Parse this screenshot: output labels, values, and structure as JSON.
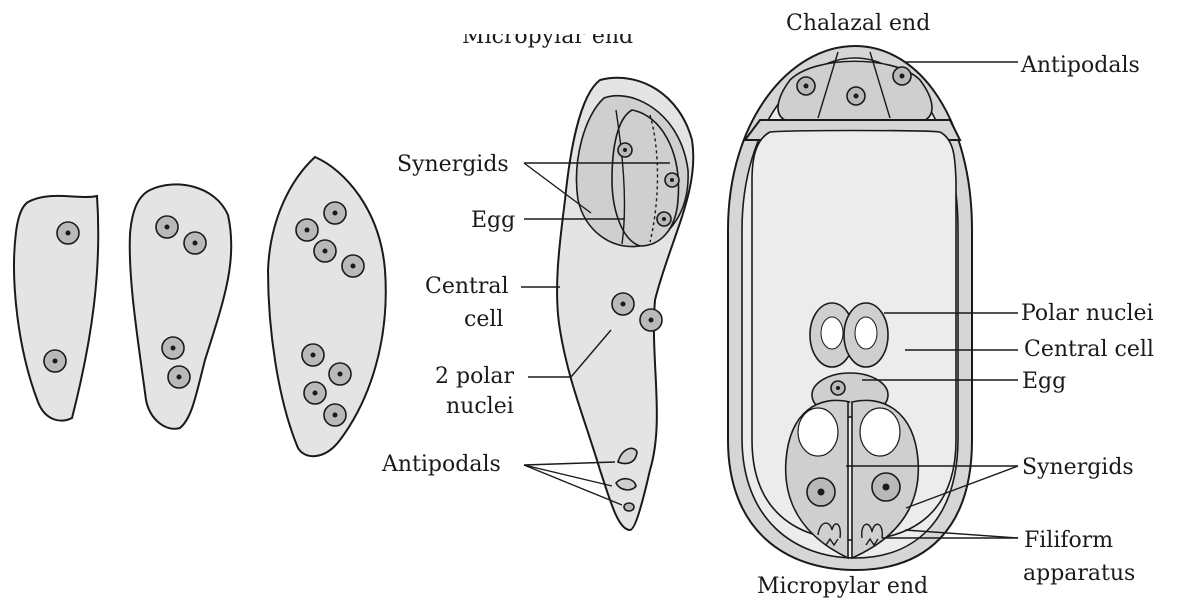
{
  "stages": {
    "micropylar_end_top": "Micropylar end",
    "chalazal_end": "Chalazal end",
    "synergids_left": "Synergids",
    "egg_left": "Egg",
    "central_cell_left_1": "Central",
    "central_cell_left_2": "cell",
    "polar_nuclei_left_1": "2 polar",
    "polar_nuclei_left_2": "nuclei",
    "antipodals_left": "Antipodals"
  },
  "mature": {
    "antipodals": "Antipodals",
    "polar_nuclei": "Polar nuclei",
    "central_cell": "Central cell",
    "egg": "Egg",
    "synergids": "Synergids",
    "filiform_1": "Filiform",
    "filiform_2": "apparatus",
    "micropylar_end": "Micropylar end"
  }
}
